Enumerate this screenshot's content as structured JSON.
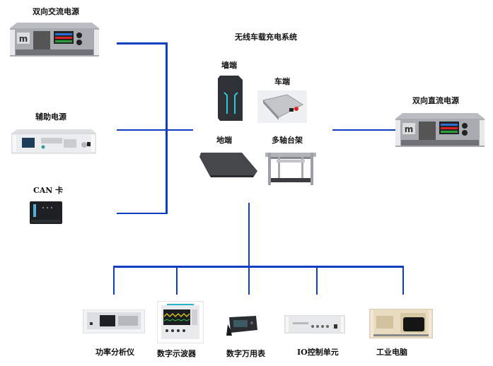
{
  "title": "无线车载充电系统",
  "colors": {
    "line": "#0a3fc2",
    "background": "#ffffff"
  },
  "left_devices": [
    {
      "label": "双向交流电源",
      "icon": "power-supply-rack-icon"
    },
    {
      "label": "辅助电源",
      "icon": "aux-power-supply-icon"
    },
    {
      "label": "CAN 卡",
      "icon": "can-card-icon"
    }
  ],
  "center_components": [
    {
      "label": "墙端",
      "icon": "wall-unit-icon"
    },
    {
      "label": "车端",
      "icon": "vehicle-unit-icon"
    },
    {
      "label": "地端",
      "icon": "ground-pad-icon"
    },
    {
      "label": "多轴台架",
      "icon": "multi-axis-stand-icon"
    }
  ],
  "right_device": {
    "label": "双向直流电源",
    "icon": "power-supply-rack-icon"
  },
  "bottom_devices": [
    {
      "label": "功率分析仪",
      "icon": "power-analyzer-icon"
    },
    {
      "label": "数字示波器",
      "icon": "oscilloscope-icon"
    },
    {
      "label": "数字万用表",
      "icon": "multimeter-icon"
    },
    {
      "label": "IO控制单元",
      "icon": "io-control-unit-icon"
    },
    {
      "label": "工业电脑",
      "icon": "industrial-pc-icon"
    }
  ]
}
